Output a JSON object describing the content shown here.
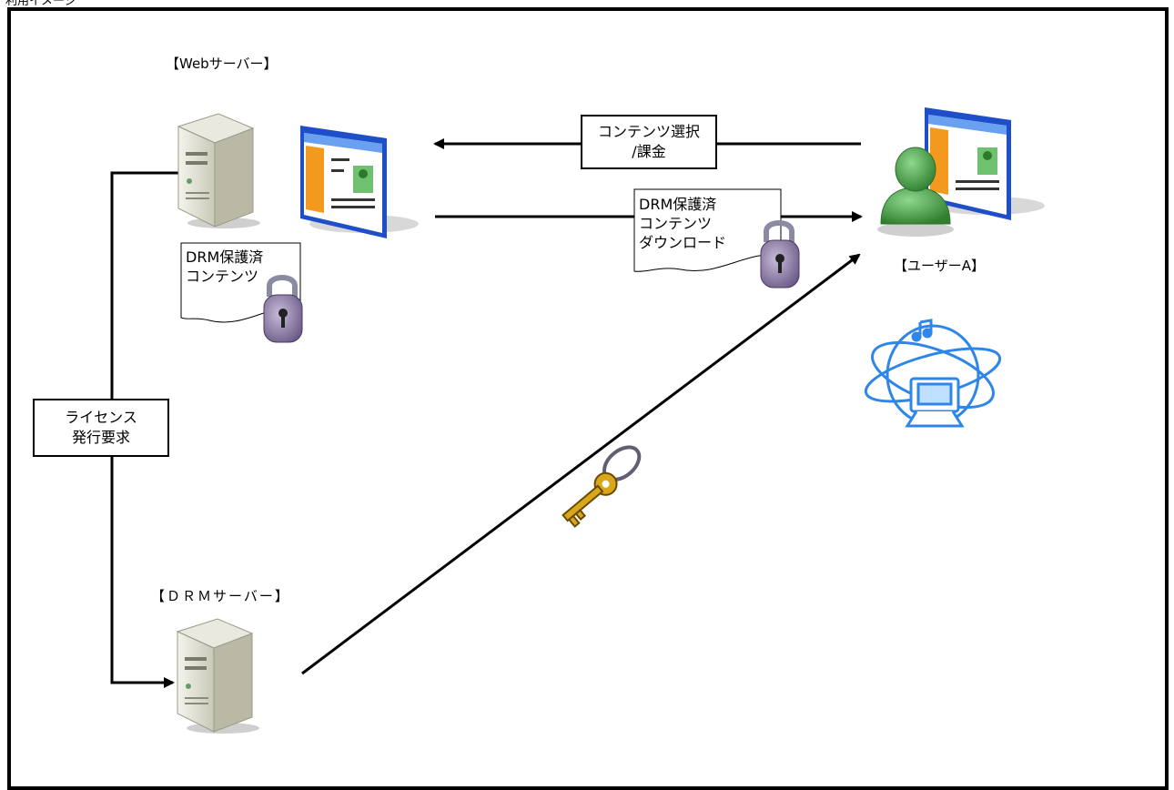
{
  "header_label": "利用イメージ",
  "web_server": {
    "label": "【Webサーバー】"
  },
  "drm_server": {
    "label": "【ＤＲＭサーバー】"
  },
  "user": {
    "label": "【ユーザーA】"
  },
  "protected_doc_left": {
    "line1": "DRM保護済",
    "line2": "コンテンツ"
  },
  "protected_doc_right": {
    "line1": "DRM保護済",
    "line2": "コンテンツ",
    "line3": "ダウンロード"
  },
  "select_box": {
    "line1": "コンテンツ選択",
    "line2": "/課金"
  },
  "license_box": {
    "line1": "ライセンス",
    "line2": "発行要求"
  },
  "colors": {
    "browser_frame": "#1f4fc8",
    "browser_side": "#f39a1e",
    "user_green": "#3f9b3f",
    "lock_purple": "#8a78a8",
    "key_gold": "#d9a81a",
    "media_blue": "#2f86e8"
  },
  "icons": [
    "server-icon",
    "browser-window-icon",
    "padlock-icon",
    "user-icon",
    "key-icon",
    "media-globe-icon"
  ]
}
